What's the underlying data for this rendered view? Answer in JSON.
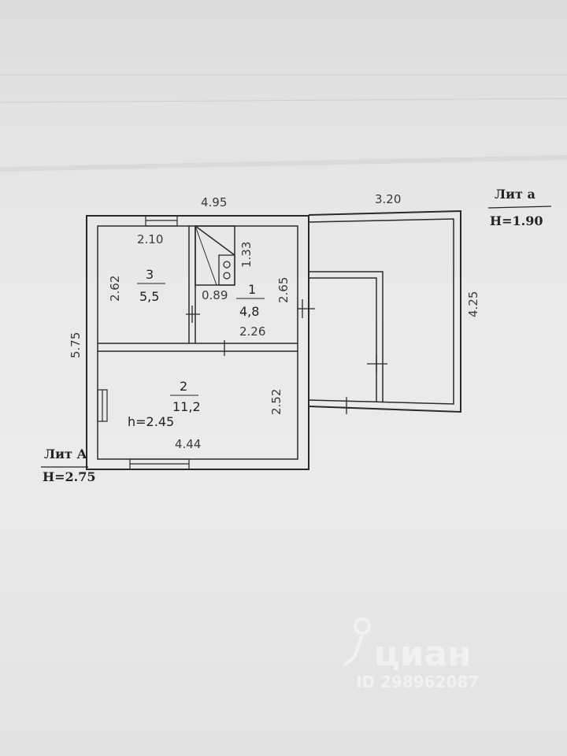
{
  "labels": {
    "top_width_main": "4.95",
    "top_width_annex": "3.20",
    "left_height_main": "5.75",
    "right_height_annex": "4.25",
    "room3_top": "2.10",
    "room3_side": "2.62",
    "room1_closet_side": "1.33",
    "room1_closet_width": "0.89",
    "room1_side": "2.65",
    "room1_bottom": "2.26",
    "room2_side": "2.52",
    "room2_bottom": "4.44",
    "room2_height": "h=2.45"
  },
  "rooms": [
    {
      "number": "3",
      "area": "5,5"
    },
    {
      "number": "1",
      "area": "4,8"
    },
    {
      "number": "2",
      "area": "11,2"
    }
  ],
  "lit_main": {
    "name": "Лит А",
    "height": "H=2.75"
  },
  "lit_annex": {
    "name": "Лит а",
    "height": "H=1.90"
  },
  "watermark": {
    "brand": "циан",
    "id": "ID 298962087"
  }
}
